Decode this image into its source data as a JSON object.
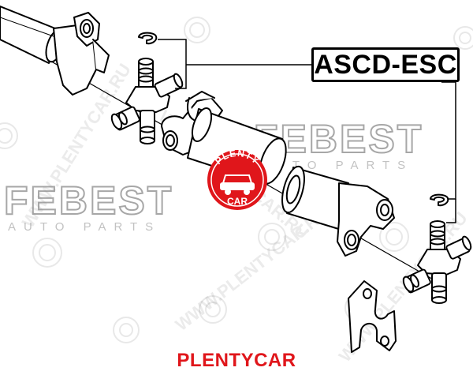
{
  "part_number": "ASCD-ESC",
  "watermark": {
    "brand": "FEBEST",
    "tagline": "AUTO PARTS",
    "site": "WWW.PLENTYCAR.RU"
  },
  "stamp": {
    "top_text": "PLENTY",
    "bottom_text": "CAR",
    "color": "#e0161b"
  },
  "footer": {
    "brand": "PLENTYCAR",
    "color": "#e0161b"
  }
}
